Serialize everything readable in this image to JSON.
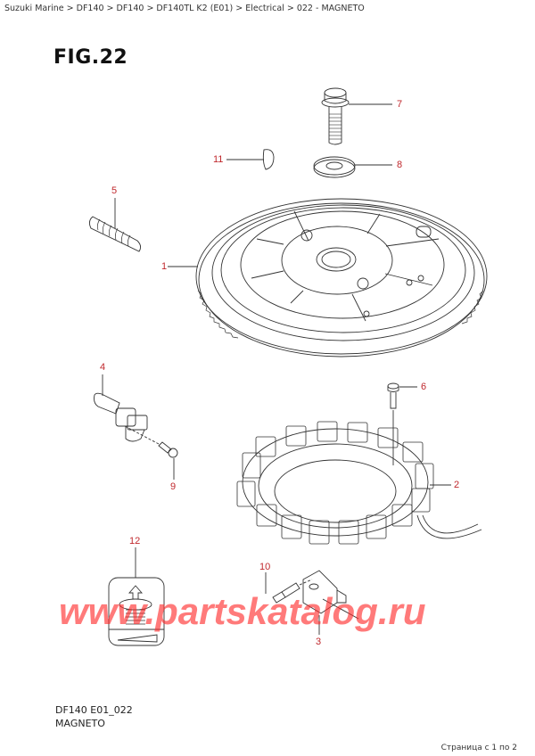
{
  "breadcrumb": [
    {
      "label": "Suzuki Marine"
    },
    {
      "label": "DF140"
    },
    {
      "label": "DF140"
    },
    {
      "label": "DF140TL K2 (E01)"
    },
    {
      "label": "Electrical"
    },
    {
      "label": "022 - MAGNETO"
    }
  ],
  "breadcrumb_separator": ">",
  "figure": {
    "title": "FIG.22",
    "code": "DF140 E01_022",
    "name": "MAGNETO"
  },
  "callouts": [
    {
      "id": "1",
      "label": "1",
      "part": "flywheel"
    },
    {
      "id": "2",
      "label": "2",
      "part": "stator"
    },
    {
      "id": "3",
      "label": "3",
      "part": "pulser coil bracket"
    },
    {
      "id": "4",
      "label": "4",
      "part": "sensor"
    },
    {
      "id": "5",
      "label": "5",
      "part": "spring pin"
    },
    {
      "id": "6",
      "label": "6",
      "part": "stator bolt"
    },
    {
      "id": "7",
      "label": "7",
      "part": "flywheel bolt"
    },
    {
      "id": "8",
      "label": "8",
      "part": "washer"
    },
    {
      "id": "9",
      "label": "9",
      "part": "screw"
    },
    {
      "id": "10",
      "label": "10",
      "part": "screw"
    },
    {
      "id": "11",
      "label": "11",
      "part": "key"
    },
    {
      "id": "12",
      "label": "12",
      "part": "thread lock"
    }
  ],
  "watermark": "www.partskatalog.ru",
  "page_info": "Страница с 1 по 2",
  "colors": {
    "callout": "#c0282d",
    "line_art": "#333333",
    "watermark": "#ff2828"
  }
}
